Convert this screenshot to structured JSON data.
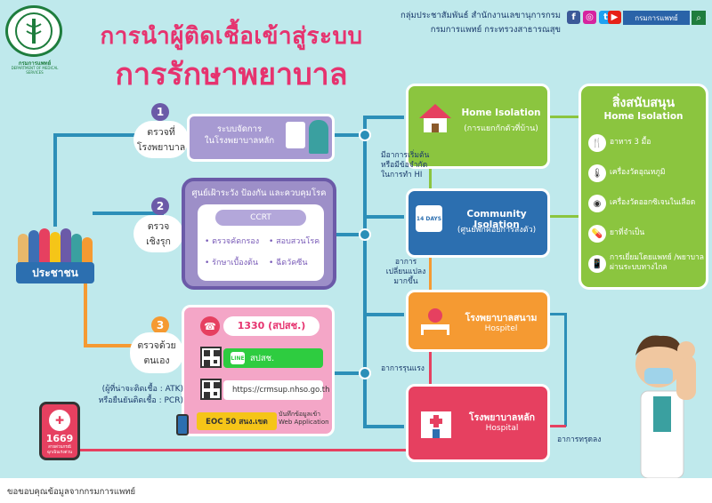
{
  "header": {
    "logo_name": "กรมการแพทย์",
    "logo_sub": "DEPARTMENT OF MEDICAL SERVICES",
    "title_line1": "การนำผู้ติดเชื้อเข้าสู่ระบบ",
    "title_line2": "การรักษาพยาบาล",
    "org_line1": "กลุ่มประชาสัมพันธ์ สำนักงานเลขานุการกรม",
    "org_line2": "กรมการแพทย์ กระทรวงสาธารณสุข",
    "search_label": "กรมการแพทย์"
  },
  "colors": {
    "bg": "#bfe9ec",
    "title": "#e6336f",
    "blue_line": "#2c8fb8",
    "orange": "#f59a32",
    "red": "#e64060",
    "green": "#8bc53f",
    "purple": "#9d8fc8"
  },
  "left": {
    "people_label": "ประชาชน"
  },
  "steps": [
    {
      "num": "1",
      "line1": "ตรวจที่",
      "line2": "โรงพยาบาล"
    },
    {
      "num": "2",
      "line1": "ตรวจ",
      "line2": "เชิงรุก"
    },
    {
      "num": "3",
      "line1": "ตรวจด้วย",
      "line2": "ตนเอง"
    }
  ],
  "box1": {
    "line1": "ระบบจัดการ",
    "line2": "ในโรงพยาบาลหลัก"
  },
  "box2": {
    "title": "ศูนย์เฝ้าระวัง ป้องกัน และควบคุมโรค",
    "pill": "CCRT",
    "items": [
      "ตรวจคัดกรอง",
      "สอบสวนโรค",
      "รักษาเบื้องต้น",
      "ฉีดวัคซีน"
    ]
  },
  "box3": {
    "hotline": "1330 (สปสช.)",
    "line_label": "สปสช.",
    "url": "https://crmsup.nhso.go.th",
    "eoc": "EOC 50 สนง.เขต",
    "eoc_note": "บันทึกข้อมูลเข้า Web Application"
  },
  "atk_note": {
    "line1": "(ผู้ที่น่าจะติดเชื้อ : ATK)",
    "line2": "หรือยืนยันติดเชื้อ : PCR)"
  },
  "phone": {
    "number": "1669",
    "sub": "สายด่วนกรณี ฉุกเฉินเร่งด่วน"
  },
  "destinations": {
    "home": {
      "title": "Home Isolation",
      "sub": "(การแยกกักตัวที่บ้าน)"
    },
    "community": {
      "title": "Community Isolation",
      "sub": "(ศูนย์พักคอยการส่งตัว)",
      "badge": "14 DAYS"
    },
    "field": {
      "title": "โรงพยาบาลสนาม",
      "sub": "Hospitel"
    },
    "main": {
      "title": "โรงพยาบาลหลัก",
      "sub": "Hospital"
    }
  },
  "notes": {
    "hi_symptom": "มีอาการเริ่มต้น หรือมีข้อจำกัด ในการทำ HI",
    "ci_symptom": "อาการ เปลี่ยนแปลง มากขึ้น",
    "severe": "อาการรุนแรง",
    "emergency": "อาการทรุดลง"
  },
  "support": {
    "head1": "สิ่งสนับสนุน",
    "head2": "Home Isolation",
    "items": [
      {
        "icon": "food-icon",
        "text": "อาหาร 3 มื้อ"
      },
      {
        "icon": "thermometer-icon",
        "text": "เครื่องวัดอุณหภูมิ"
      },
      {
        "icon": "oximeter-icon",
        "text": "เครื่องวัดออกซิเจนในเลือด"
      },
      {
        "icon": "medicine-icon",
        "text": "ยาที่จำเป็น"
      },
      {
        "icon": "telemedicine-icon",
        "text": "การเยี่ยมโดยแพทย์ /พยาบาลผ่านระบบทางไกล"
      }
    ]
  },
  "footer": {
    "credit": "ขอขอบคุณข้อมูลจากกรมการแพทย์"
  }
}
